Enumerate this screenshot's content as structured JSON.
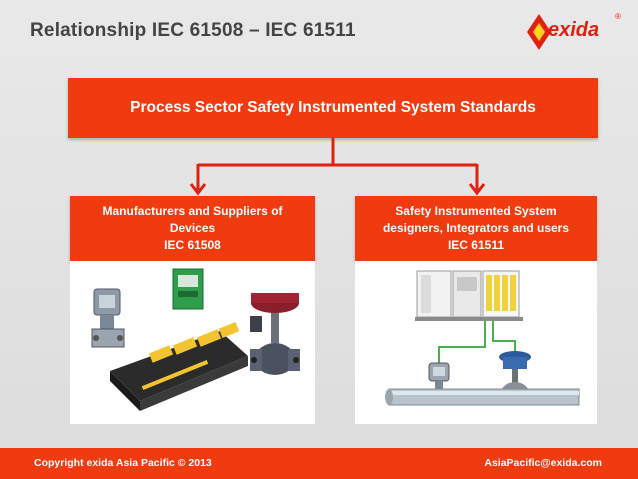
{
  "slide": {
    "title": "Relationship IEC 61508 – IEC 61511",
    "logo": {
      "text": "exida",
      "registered": "®"
    },
    "top_box": "Process Sector Safety Instrumented System Standards",
    "left_box": {
      "line1": "Manufacturers and Suppliers of",
      "line2": "Devices",
      "line3": "IEC 61508"
    },
    "right_box": {
      "line1": "Safety Instrumented System",
      "line2": "designers, Integrators and users",
      "line3": "IEC 61511"
    },
    "footer": {
      "left": "Copyright exida Asia Pacific © 2013",
      "right": "AsiaPacific@exida.com"
    }
  },
  "colors": {
    "accent": "#f03a10",
    "title": "#444444",
    "connector": "#e02010",
    "wire": "#4caf50"
  }
}
